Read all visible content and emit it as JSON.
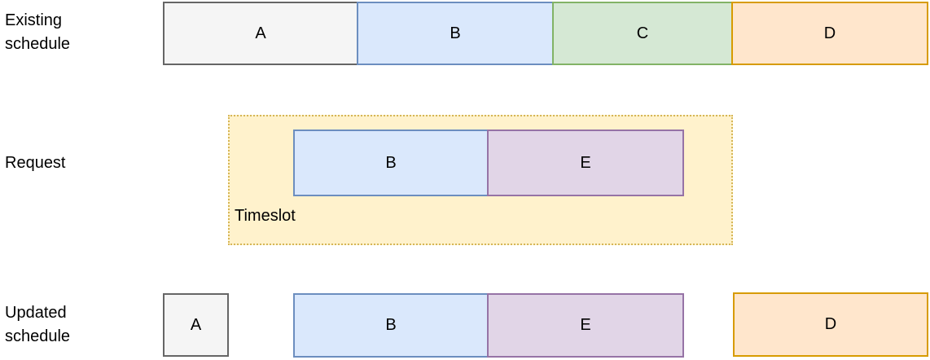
{
  "rows": {
    "existing": {
      "label": "Existing schedule",
      "blocks": [
        {
          "label": "A",
          "color": "gray"
        },
        {
          "label": "B",
          "color": "blue"
        },
        {
          "label": "C",
          "color": "green"
        },
        {
          "label": "D",
          "color": "orange"
        }
      ]
    },
    "request": {
      "label": "Request",
      "timeslot": {
        "label": "Timeslot",
        "blocks": [
          {
            "label": "B",
            "color": "blue"
          },
          {
            "label": "E",
            "color": "purple"
          }
        ]
      }
    },
    "updated": {
      "label": "Updated schedule",
      "blocks": [
        {
          "label": "A",
          "color": "gray"
        },
        {
          "label": "B",
          "color": "blue"
        },
        {
          "label": "E",
          "color": "purple"
        },
        {
          "label": "D",
          "color": "orange"
        }
      ]
    }
  },
  "palette": {
    "gray": {
      "fill": "#f5f5f5",
      "stroke": "#666666"
    },
    "blue": {
      "fill": "#dae8fc",
      "stroke": "#6c8ebf"
    },
    "green": {
      "fill": "#d5e8d4",
      "stroke": "#82b366"
    },
    "orange": {
      "fill": "#ffe6cc",
      "stroke": "#d79b00"
    },
    "purple": {
      "fill": "#e1d5e7",
      "stroke": "#9673a6"
    },
    "yellow": {
      "fill": "#fff2cc",
      "stroke": "#d6b656"
    },
    "background": "#ffffff",
    "text": "#000000"
  }
}
